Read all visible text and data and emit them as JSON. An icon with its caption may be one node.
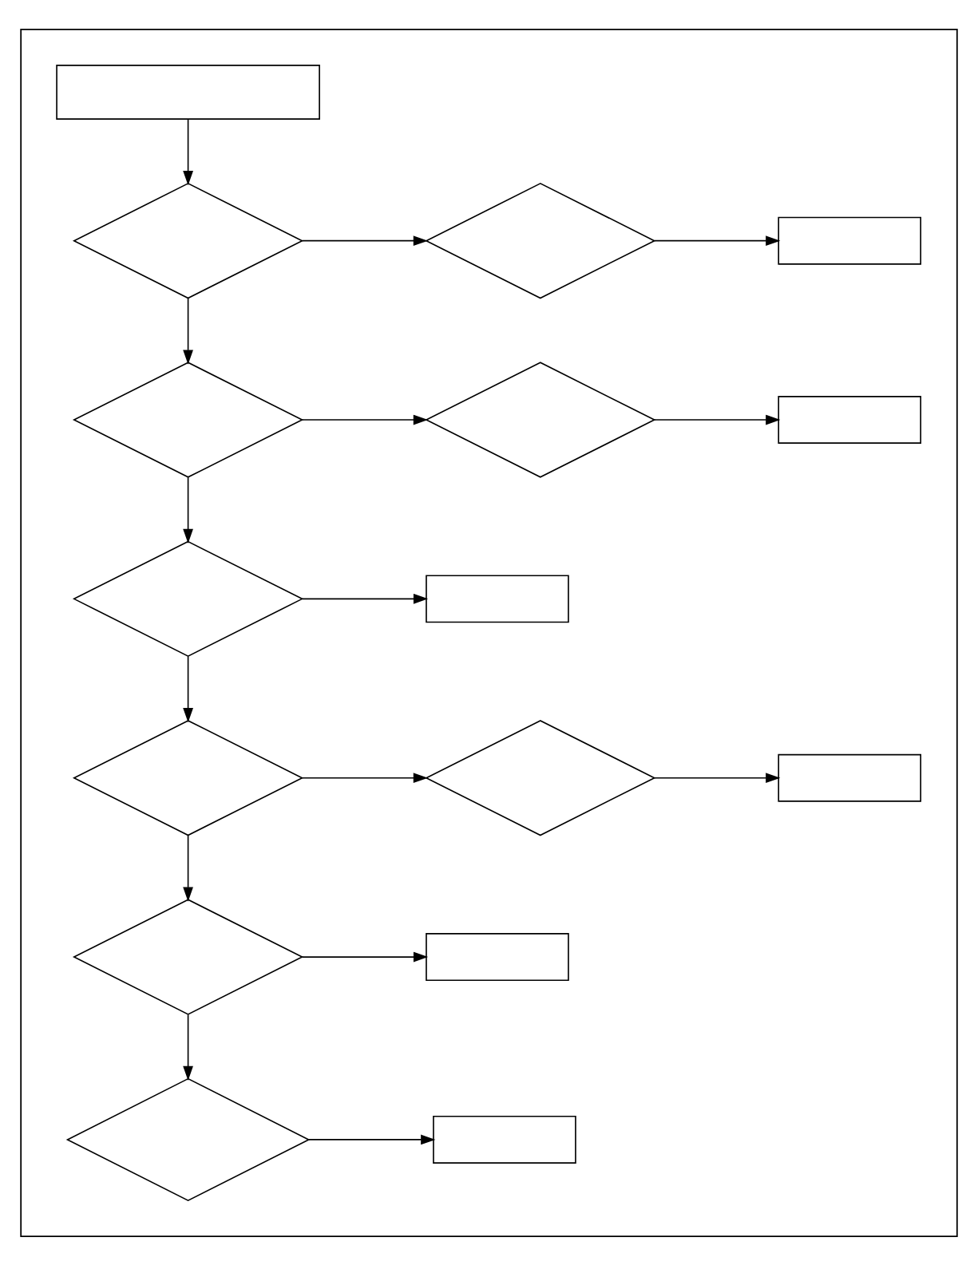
{
  "diagram": {
    "nodes": [
      {
        "text": [],
        "shape": "box"
      },
      {
        "text": [],
        "shape": "box",
        "in": 0
      },
      {
        "text": [],
        "shape": "diamond",
        "in": 0
      },
      {
        "text": [],
        "shape": "diamond",
        "in": 0
      },
      {
        "text": [],
        "shape": "box",
        "in": 0
      },
      {
        "text": [],
        "shape": "diamond",
        "in": 0
      },
      {
        "text": [],
        "shape": "diamond",
        "in": 0
      },
      {
        "text": [],
        "shape": "box",
        "in": 0
      },
      {
        "text": [],
        "shape": "diamond",
        "in": 0
      },
      {
        "text": [],
        "shape": "box",
        "in": 0
      },
      {
        "text": [],
        "shape": "diamond",
        "in": 0
      },
      {
        "text": [],
        "shape": "diamond",
        "in": 0
      },
      {
        "text": [],
        "shape": "box",
        "in": 0
      },
      {
        "text": [],
        "shape": "diamond",
        "in": 0
      },
      {
        "text": [],
        "shape": "box",
        "in": 0
      },
      {
        "text": [],
        "shape": "diamond",
        "in": 0
      },
      {
        "text": [],
        "shape": "box",
        "in": 0
      }
    ],
    "edges": [
      {
        "from": 1,
        "to": 2,
        "arrow": "to"
      },
      {
        "from": 2,
        "to": 3,
        "arrow": "to"
      },
      {
        "from": 3,
        "to": 4,
        "arrow": "to"
      },
      {
        "from": 2,
        "to": 5,
        "arrow": "to"
      },
      {
        "from": 5,
        "to": 6,
        "arrow": "to"
      },
      {
        "from": 6,
        "to": 7,
        "arrow": "to"
      },
      {
        "from": 5,
        "to": 8,
        "arrow": "to"
      },
      {
        "from": 8,
        "to": 9,
        "arrow": "to"
      },
      {
        "from": 8,
        "to": 10,
        "arrow": "to"
      },
      {
        "from": 10,
        "to": 11,
        "arrow": "to"
      },
      {
        "from": 11,
        "to": 12,
        "arrow": "to"
      },
      {
        "from": 10,
        "to": 13,
        "arrow": "to"
      },
      {
        "from": 13,
        "to": 14,
        "arrow": "to"
      },
      {
        "from": 13,
        "to": 15,
        "arrow": "to"
      },
      {
        "from": 15,
        "to": 16,
        "arrow": "to"
      }
    ]
  }
}
